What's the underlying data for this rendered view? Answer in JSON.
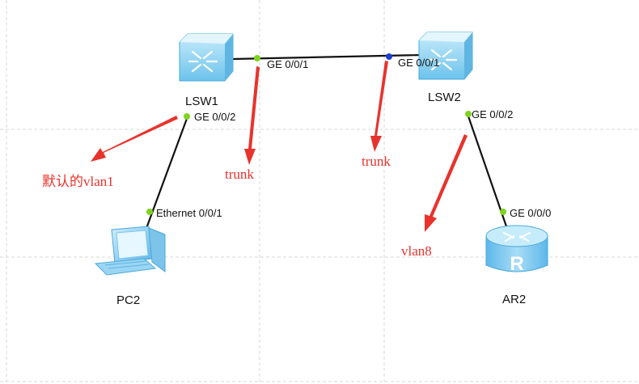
{
  "devices": {
    "lsw1": "LSW1",
    "lsw2": "LSW2",
    "pc2": "PC2",
    "ar2": "AR2"
  },
  "ports": {
    "lsw1_g001": "GE 0/0/1",
    "lsw1_g002": "GE 0/0/2",
    "lsw2_g001": "GE 0/0/1",
    "lsw2_g002": "GE 0/0/2",
    "pc2_eth": "Ethernet 0/0/1",
    "ar2_g000": "GE 0/0/0"
  },
  "annotations": {
    "default_vlan": "默认的vlan1",
    "trunk_left": "trunk",
    "trunk_right": "trunk",
    "vlan8": "vlan8"
  },
  "colors": {
    "grid": "#d8d8d8",
    "link": "#111111",
    "port_up": "#7ed321",
    "port_blue": "#1a3fd6",
    "arrow": "#e8332c",
    "device_blue": "#8fd3f4"
  },
  "icons": {
    "switch": "switch-icon",
    "router": "router-icon",
    "pc": "pc-icon"
  }
}
